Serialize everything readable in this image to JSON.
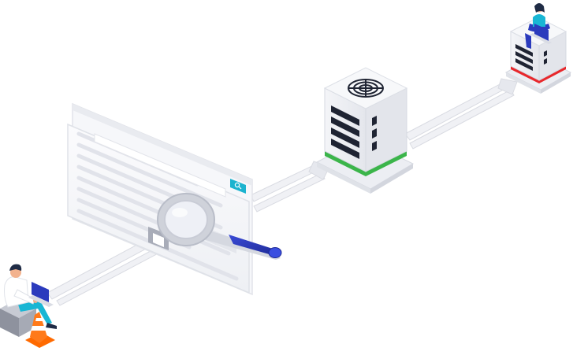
{
  "scene": {
    "nodes": [
      {
        "id": "user-left",
        "kind": "person-with-laptop"
      },
      {
        "id": "web-page",
        "kind": "search-page"
      },
      {
        "id": "server-middle",
        "kind": "server",
        "accent": "#3bb54a"
      },
      {
        "id": "server-right",
        "kind": "server-with-person",
        "accent": "#e8282c"
      }
    ],
    "connections": [
      {
        "from": "user-left",
        "to": "web-page"
      },
      {
        "from": "web-page",
        "to": "server-middle"
      },
      {
        "from": "server-middle",
        "to": "server-right"
      }
    ]
  },
  "colors": {
    "primary": "#2b3bbd",
    "success": "#3bb54a",
    "danger": "#e8282c",
    "cone": "#ff6a00",
    "shirt": "#ffffff",
    "pants": "#19b6d4",
    "hair": "#1f2b45"
  },
  "icons": {
    "page_search": "search-icon",
    "magnifier": "magnifying-glass-icon",
    "fan": "fan-vent-icon"
  }
}
